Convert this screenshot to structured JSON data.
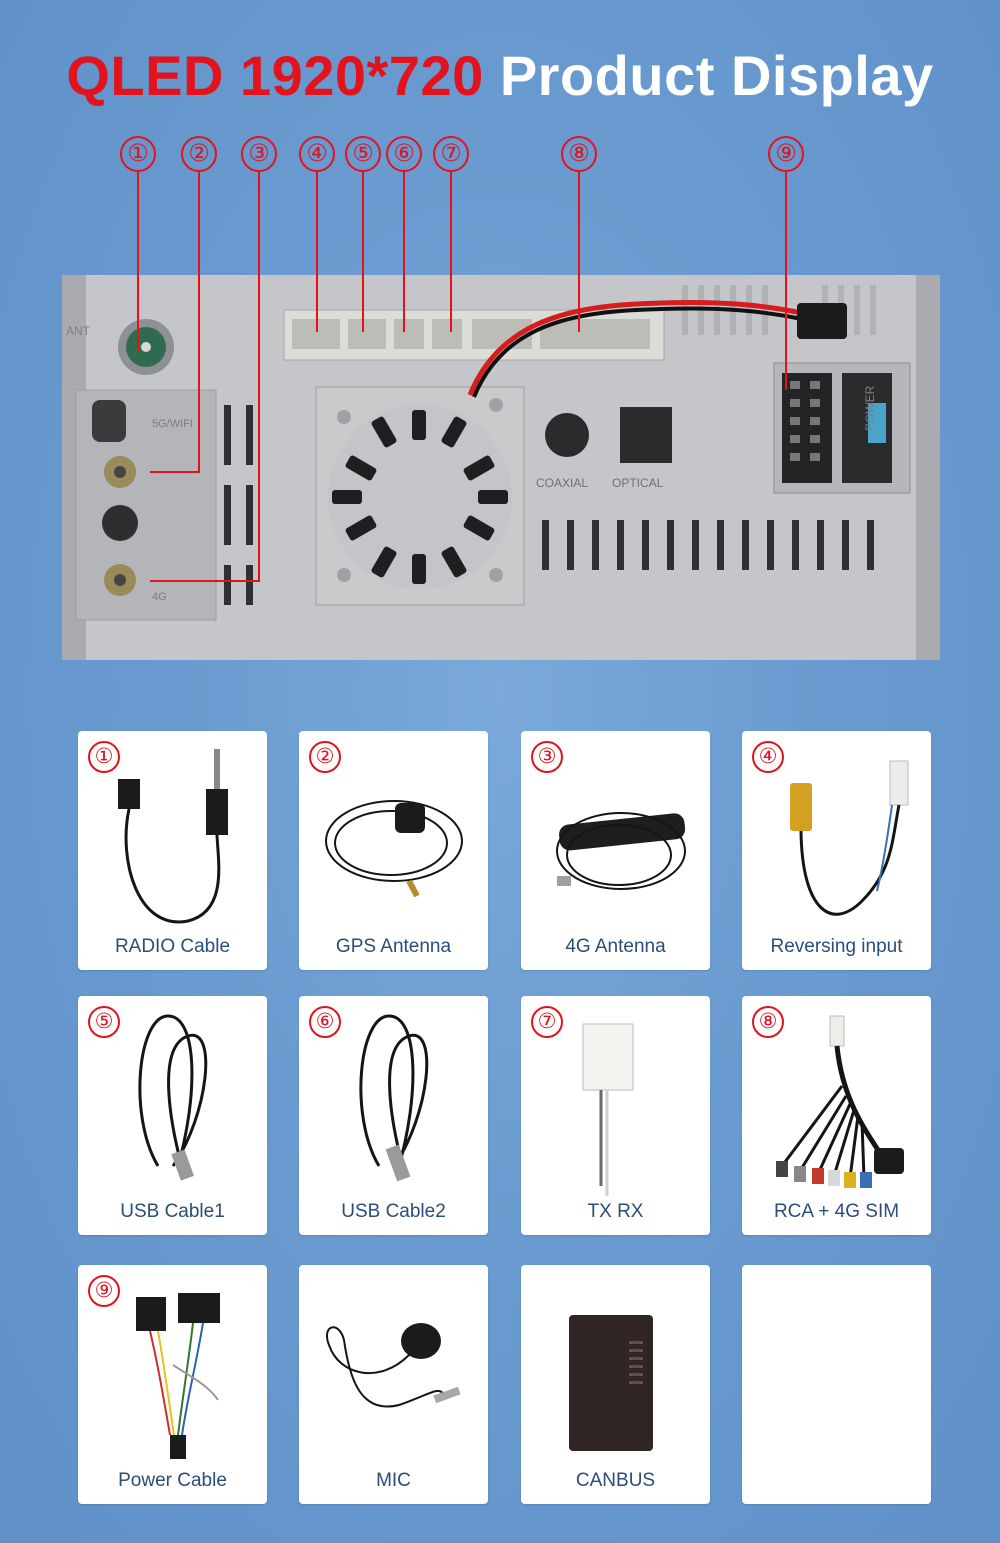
{
  "header": {
    "title_red": "QLED 1920*720",
    "title_white": "Product Display"
  },
  "panel": {
    "callouts": [
      "①",
      "②",
      "③",
      "④",
      "⑤",
      "⑥",
      "⑦",
      "⑧",
      "⑨"
    ],
    "port_labels": {
      "ant": "ANT",
      "wifi": "5G/WIFI",
      "g4": "4G",
      "coaxial": "COAXIAL",
      "optical": "OPTICAL",
      "power": "POWER"
    }
  },
  "cards": [
    {
      "num": "①",
      "label": "RADIO Cable"
    },
    {
      "num": "②",
      "label": "GPS Antenna"
    },
    {
      "num": "③",
      "label": "4G Antenna"
    },
    {
      "num": "④",
      "label": "Reversing input"
    },
    {
      "num": "⑤",
      "label": "USB Cable1"
    },
    {
      "num": "⑥",
      "label": "USB Cable2"
    },
    {
      "num": "⑦",
      "label": "TX RX"
    },
    {
      "num": "⑧",
      "label": "RCA + 4G SIM"
    },
    {
      "num": "⑨",
      "label": "Power Cable"
    },
    {
      "num": "",
      "label": "MIC"
    },
    {
      "num": "",
      "label": "CANBUS"
    },
    {
      "num": "",
      "label": ""
    }
  ],
  "colors": {
    "accent_red": "#e2131c",
    "label_blue": "#2a4d7a",
    "background": "#6a9bd0"
  }
}
